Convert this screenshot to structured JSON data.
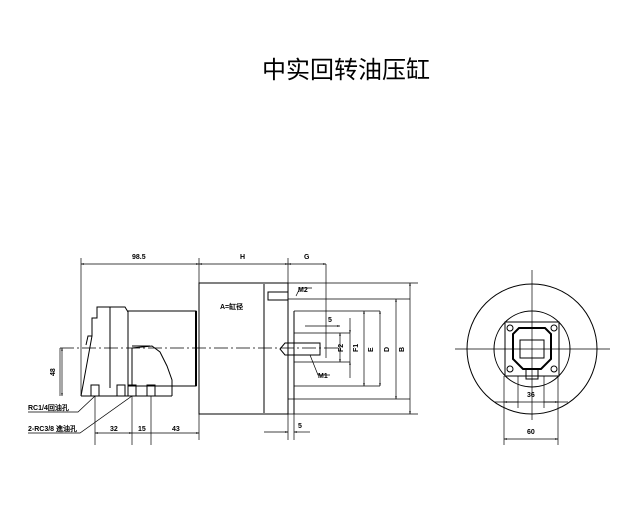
{
  "title": "中实回转油压缸",
  "labels": {
    "dim_985": "98.5",
    "dim_H": "H",
    "dim_G": "G",
    "M2": "M2",
    "bore": "A=缸径",
    "dim_5_top": "5",
    "F2": "F2",
    "F1": "F1",
    "E": "E",
    "D": "D",
    "B": "B",
    "M1": "M1",
    "dim_48": "48",
    "return_port": "RC1/4回油孔",
    "inlet_port": "2-RC3/8 進油孔",
    "dim_32": "32",
    "dim_15": "15",
    "dim_43": "43",
    "dim_5_bottom": "5",
    "dim_36": "36",
    "dim_60": "60"
  }
}
